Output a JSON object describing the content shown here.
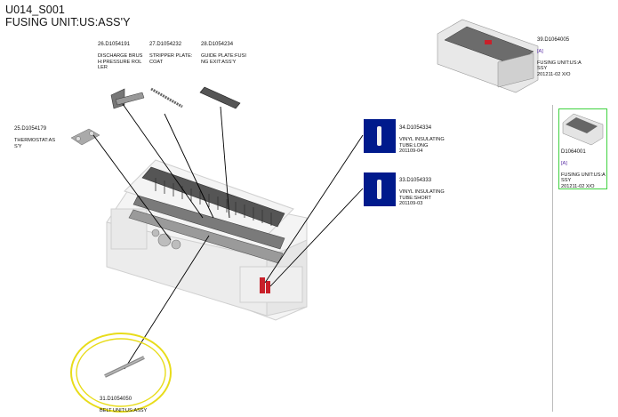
{
  "header": {
    "line1": "U014_S001",
    "line2": "FUSING UNIT:US:ASS'Y"
  },
  "parts": [
    {
      "number": "26.D1054191",
      "desc": "DISCHARGE BRUS\nH:PRESSURE ROL\nLER"
    },
    {
      "number": "27.D1054232",
      "desc": "STRIPPER PLATE:\nCOAT"
    },
    {
      "number": "28.D1054234",
      "desc": "GUIDE PLATE:FUSI\nNG EXIT:ASS'Y"
    },
    {
      "number": "25.D1054179",
      "desc": "THERMOSTAT:AS\nS'Y"
    },
    {
      "number": "34.D1054334",
      "desc": "VINYL INSULATING\nTUBE:LONG\n201109-04"
    },
    {
      "number": "33.D1054333",
      "desc": "VINYL INSULATING\nTUBE:SHORT\n201109-03"
    },
    {
      "number": "31.D1054050",
      "desc": "BELT UNIT:US:ASSY"
    }
  ],
  "assembly": {
    "number": "39.D1064005",
    "code": "[A]",
    "desc": "FUSING UNIT:US:A\nSSY\n201211-02 X/O"
  },
  "side_panel": {
    "number": "D1064001",
    "code": "[A]",
    "desc": "FUSING UNIT:US:A\nSSY\n201211-02 X/O"
  },
  "colors": {
    "accent_code": "#5a2ea6",
    "highlight_ring": "#e8dc1a",
    "selection_border": "#3fd23f",
    "tube_box": "#001a8c",
    "red_part": "#c8202a"
  }
}
